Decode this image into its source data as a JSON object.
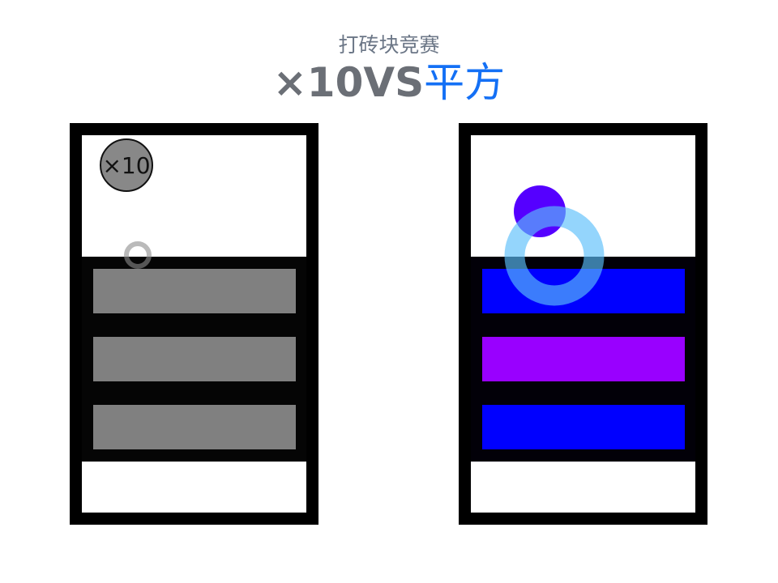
{
  "subtitle": "打砖块竞赛",
  "title": {
    "left": "×10VS",
    "right": "平方"
  },
  "left_panel": {
    "ball_label": "×10",
    "brick_color": "#808080",
    "ball_color": "#888888"
  },
  "right_panel": {
    "brick_colors": [
      "#0000ff",
      "#9900ff",
      "#0000ff"
    ],
    "ball_color": "#5500ff",
    "ring_color": "#5ac8fa"
  }
}
